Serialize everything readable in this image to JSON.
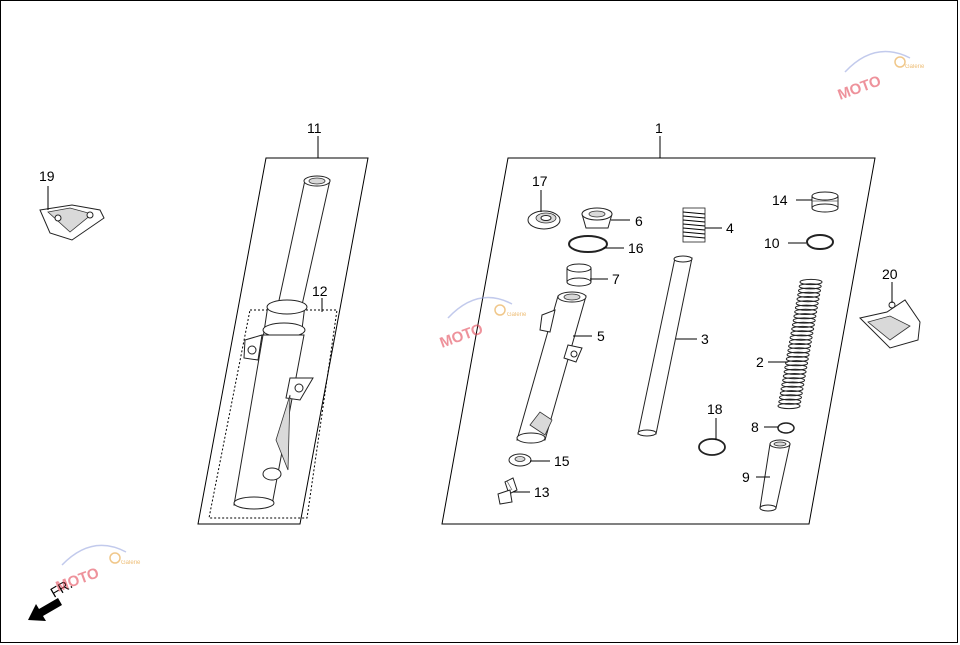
{
  "diagram": {
    "callouts": [
      {
        "id": "c1",
        "text": "1"
      },
      {
        "id": "c2",
        "text": "2"
      },
      {
        "id": "c3",
        "text": "3"
      },
      {
        "id": "c4",
        "text": "4"
      },
      {
        "id": "c5",
        "text": "5"
      },
      {
        "id": "c6",
        "text": "6"
      },
      {
        "id": "c7",
        "text": "7"
      },
      {
        "id": "c8",
        "text": "8"
      },
      {
        "id": "c9",
        "text": "9"
      },
      {
        "id": "c10",
        "text": "10"
      },
      {
        "id": "c11",
        "text": "11"
      },
      {
        "id": "c12",
        "text": "12"
      },
      {
        "id": "c13",
        "text": "13"
      },
      {
        "id": "c14",
        "text": "14"
      },
      {
        "id": "c15",
        "text": "15"
      },
      {
        "id": "c16",
        "text": "16"
      },
      {
        "id": "c17",
        "text": "17"
      },
      {
        "id": "c18",
        "text": "18"
      },
      {
        "id": "c19",
        "text": "19"
      },
      {
        "id": "c20",
        "text": "20"
      }
    ],
    "direction_label": "FR.",
    "watermark_text": "MOTO",
    "watermark_sub": "Galerie"
  },
  "colors": {
    "line": "#000000",
    "shade": "#d9d9d9",
    "watermark": "#e34a5a",
    "watermark_accent": "#e6a23c"
  }
}
